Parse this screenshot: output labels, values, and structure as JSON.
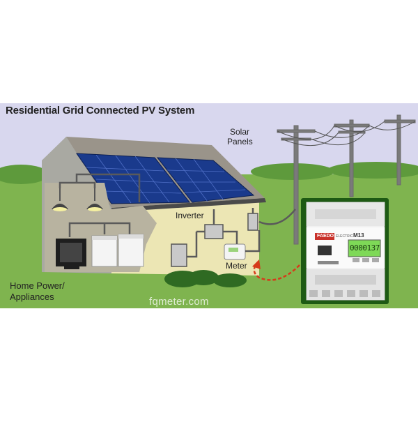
{
  "diagram": {
    "title": "Residential Grid Connected PV System",
    "labels": {
      "solar_panels_line1": "Solar",
      "solar_panels_line2": "Panels",
      "inverter": "Inverter",
      "meter": "Meter",
      "home_line1": "Home Power/",
      "home_line2": "Appliances"
    },
    "watermark": "fqmeter.com",
    "meter_photo": {
      "brand": "FAEDO",
      "brand_sub": "ELECTRIC",
      "model": "M13",
      "display_value": "0000137"
    }
  },
  "colors": {
    "sky": "#d8d7ee",
    "grass": "#7fb44f",
    "house_wall": "#ece6b4",
    "house_side": "#a9a9a2",
    "roof": "#9a948a",
    "panel": "#1a3a8c",
    "lcd": "#7ed957",
    "arrow": "#d63a1a"
  }
}
